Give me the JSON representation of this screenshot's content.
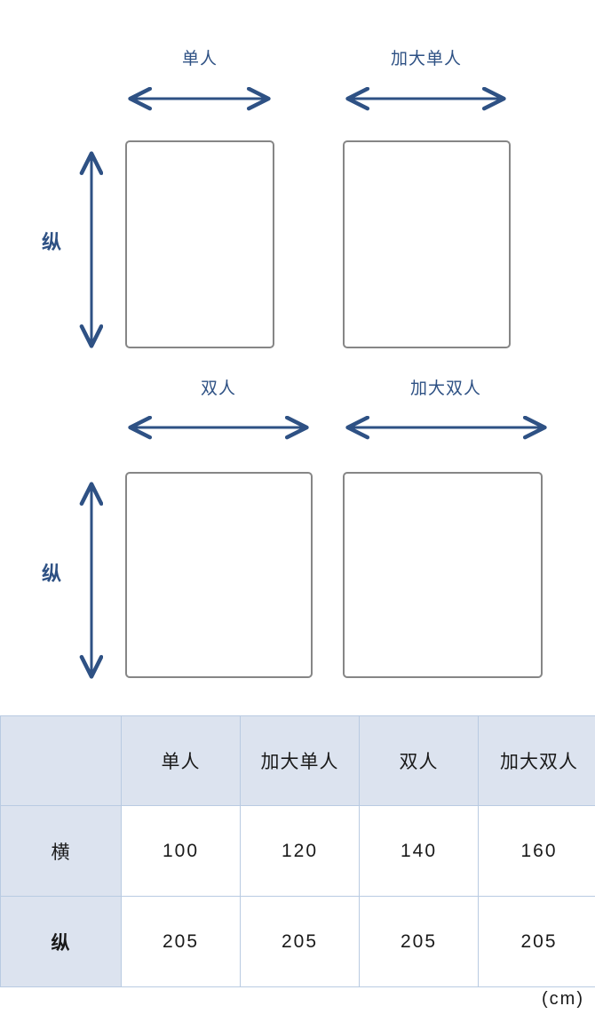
{
  "diagram": {
    "beds": [
      {
        "id": "single",
        "name": "单人",
        "width_label": "单人",
        "vertical_label": "纵"
      },
      {
        "id": "super-single",
        "name": "加大单人",
        "width_label": "加大单人",
        "vertical_label": ""
      },
      {
        "id": "double",
        "name": "双人",
        "width_label": "双人",
        "vertical_label": "纵"
      },
      {
        "id": "queen",
        "name": "加大双人",
        "width_label": "加大双人",
        "vertical_label": ""
      }
    ],
    "vertical_axis_label": "纵",
    "accent_color": "#2e5184",
    "rect_border_color": "#868686"
  },
  "table": {
    "corner_label": "",
    "column_headers": [
      "单人",
      "加大单人",
      "双人",
      "加大双人"
    ],
    "rows": [
      {
        "label": "横",
        "values": [
          "100",
          "120",
          "140",
          "160"
        ]
      },
      {
        "label": "纵",
        "values": [
          "205",
          "205",
          "205",
          "205"
        ]
      }
    ],
    "header_bg": "#dce3ef",
    "border_color": "#b9cbe2"
  },
  "unit_note": "(cm)",
  "chart_data": {
    "type": "table",
    "title": "",
    "categories": [
      "单人",
      "加大单人",
      "双人",
      "加大双人"
    ],
    "series": [
      {
        "name": "横",
        "values": [
          100,
          120,
          140,
          160
        ]
      },
      {
        "name": "纵",
        "values": [
          205,
          205,
          205,
          205
        ]
      }
    ],
    "unit": "cm",
    "xlabel": "",
    "ylabel": ""
  }
}
